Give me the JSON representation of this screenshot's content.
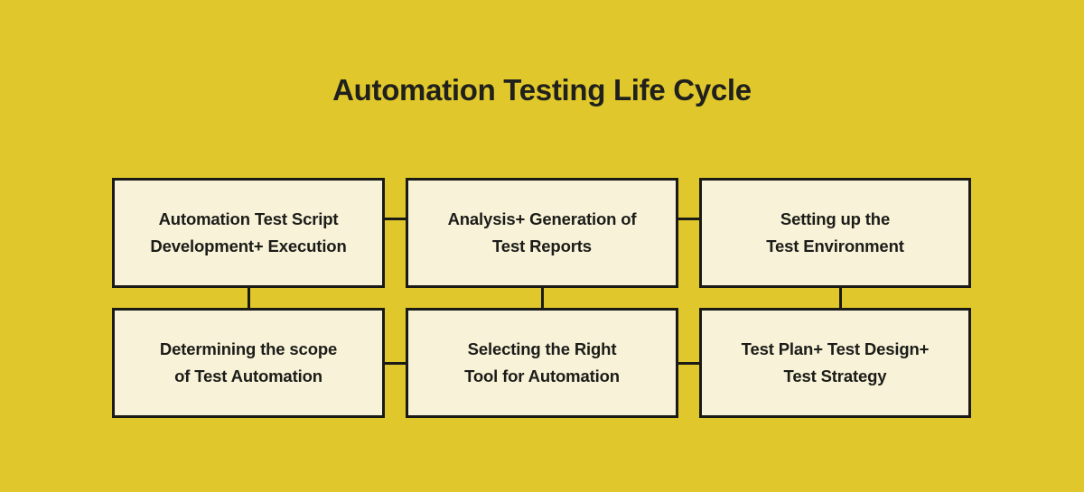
{
  "diagram": {
    "title": "Automation Testing Life Cycle",
    "background_color": "#e0c82c",
    "box_fill_color": "#f7f2d8",
    "line_color": "#1a1a16",
    "text_color": "#1c1c18",
    "nodes": [
      {
        "id": "automation-test-script-development-execution",
        "label": "Automation Test Script\nDevelopment+ Execution",
        "row": 1,
        "column": 1
      },
      {
        "id": "analysis-generation-of-test-reports",
        "label": "Analysis+ Generation of\nTest Reports",
        "row": 1,
        "column": 2
      },
      {
        "id": "setting-up-the-test-environment",
        "label": "Setting up the\nTest Environment",
        "row": 1,
        "column": 3
      },
      {
        "id": "determining-the-scope-of-test-automation",
        "label": "Determining the scope\nof Test Automation",
        "row": 2,
        "column": 1
      },
      {
        "id": "selecting-the-right-tool-for-automation",
        "label": "Selecting the Right\nTool for Automation",
        "row": 2,
        "column": 2
      },
      {
        "id": "test-plan-test-design-test-strategy",
        "label": "Test Plan+ Test Design+\nTest Strategy",
        "row": 2,
        "column": 3
      }
    ],
    "connectors": [
      {
        "id": "link-top-col1-col2",
        "orientation": "horizontal"
      },
      {
        "id": "link-top-col2-col3",
        "orientation": "horizontal"
      },
      {
        "id": "link-bottom-col1-col2",
        "orientation": "horizontal"
      },
      {
        "id": "link-bottom-col2-col3",
        "orientation": "horizontal"
      },
      {
        "id": "link-col1-top-bottom",
        "orientation": "vertical"
      },
      {
        "id": "link-col2-top-bottom",
        "orientation": "vertical"
      },
      {
        "id": "link-col3-top-bottom",
        "orientation": "vertical"
      }
    ]
  }
}
